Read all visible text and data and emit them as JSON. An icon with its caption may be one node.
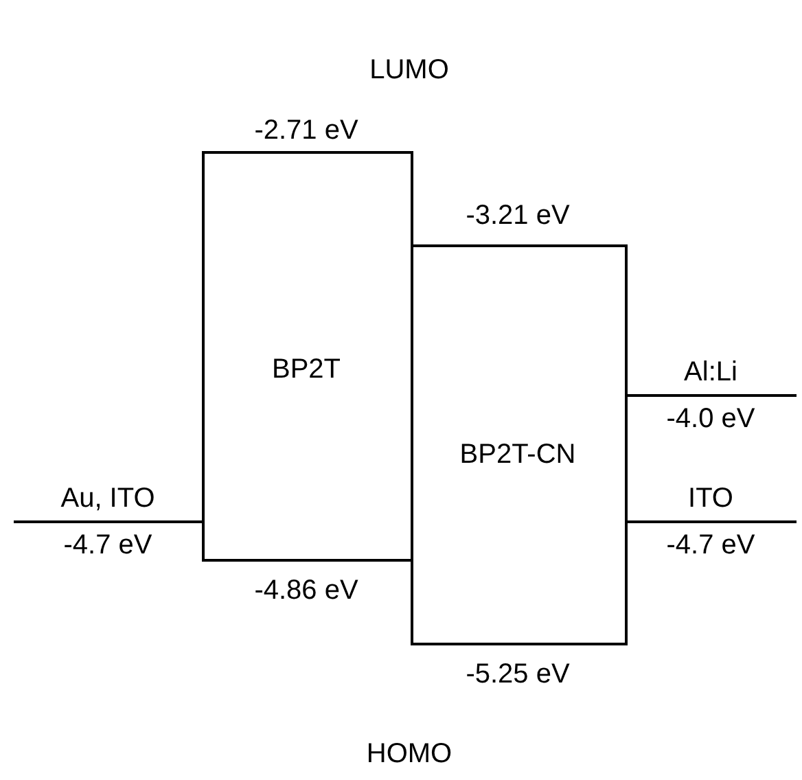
{
  "diagram": {
    "nodes": [
      {
        "text": [
          "BP2T"
        ],
        "beside": [
          "-2.71 eV",
          "-4.86 eV"
        ]
      },
      {
        "text": [
          "BP2T-CN"
        ],
        "beside": [
          "-3.21 eV",
          "-5.25 eV"
        ]
      },
      {
        "text": [
          "Au, ITO"
        ],
        "beside": [
          "-4.7 eV"
        ]
      },
      {
        "text": [
          "Al:Li"
        ],
        "beside": [
          "-4.0 eV"
        ]
      },
      {
        "text": [
          "ITO"
        ],
        "beside": [
          "-4.7 eV"
        ]
      }
    ],
    "labels": [
      "LUMO",
      "HOMO"
    ]
  }
}
